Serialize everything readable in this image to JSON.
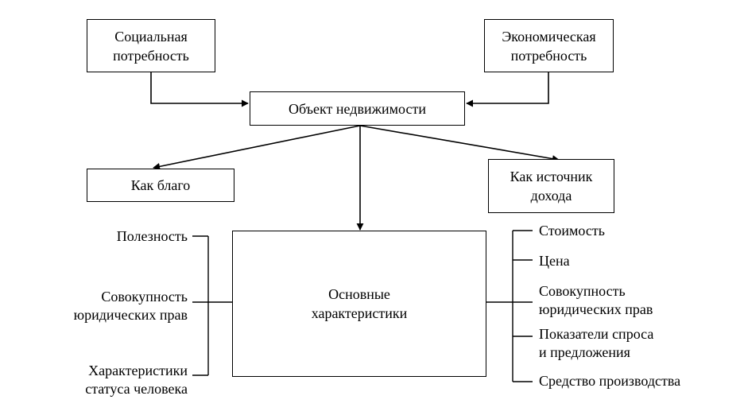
{
  "nodes": {
    "social_need": [
      "Социальная",
      "потребность"
    ],
    "economic_need": [
      "Экономическая",
      "потребность"
    ],
    "real_estate": [
      "Объект недвижимости"
    ],
    "as_good": [
      "Как благо"
    ],
    "as_income": [
      "Как источник",
      "дохода"
    ],
    "main_characteristics": [
      "Основные",
      "характеристики"
    ]
  },
  "left_items": [
    [
      "Полезность"
    ],
    [
      "Совокупность",
      "юридических прав"
    ],
    [
      "Характеристики",
      "статуса человека"
    ]
  ],
  "right_items": [
    [
      "Стоимость"
    ],
    [
      "Цена"
    ],
    [
      "Совокупность",
      "юридических прав"
    ],
    [
      "Показатели спроса",
      "и предложения"
    ],
    [
      "Средство производства"
    ]
  ],
  "colors": {
    "line": "#000000",
    "background": "#ffffff"
  }
}
